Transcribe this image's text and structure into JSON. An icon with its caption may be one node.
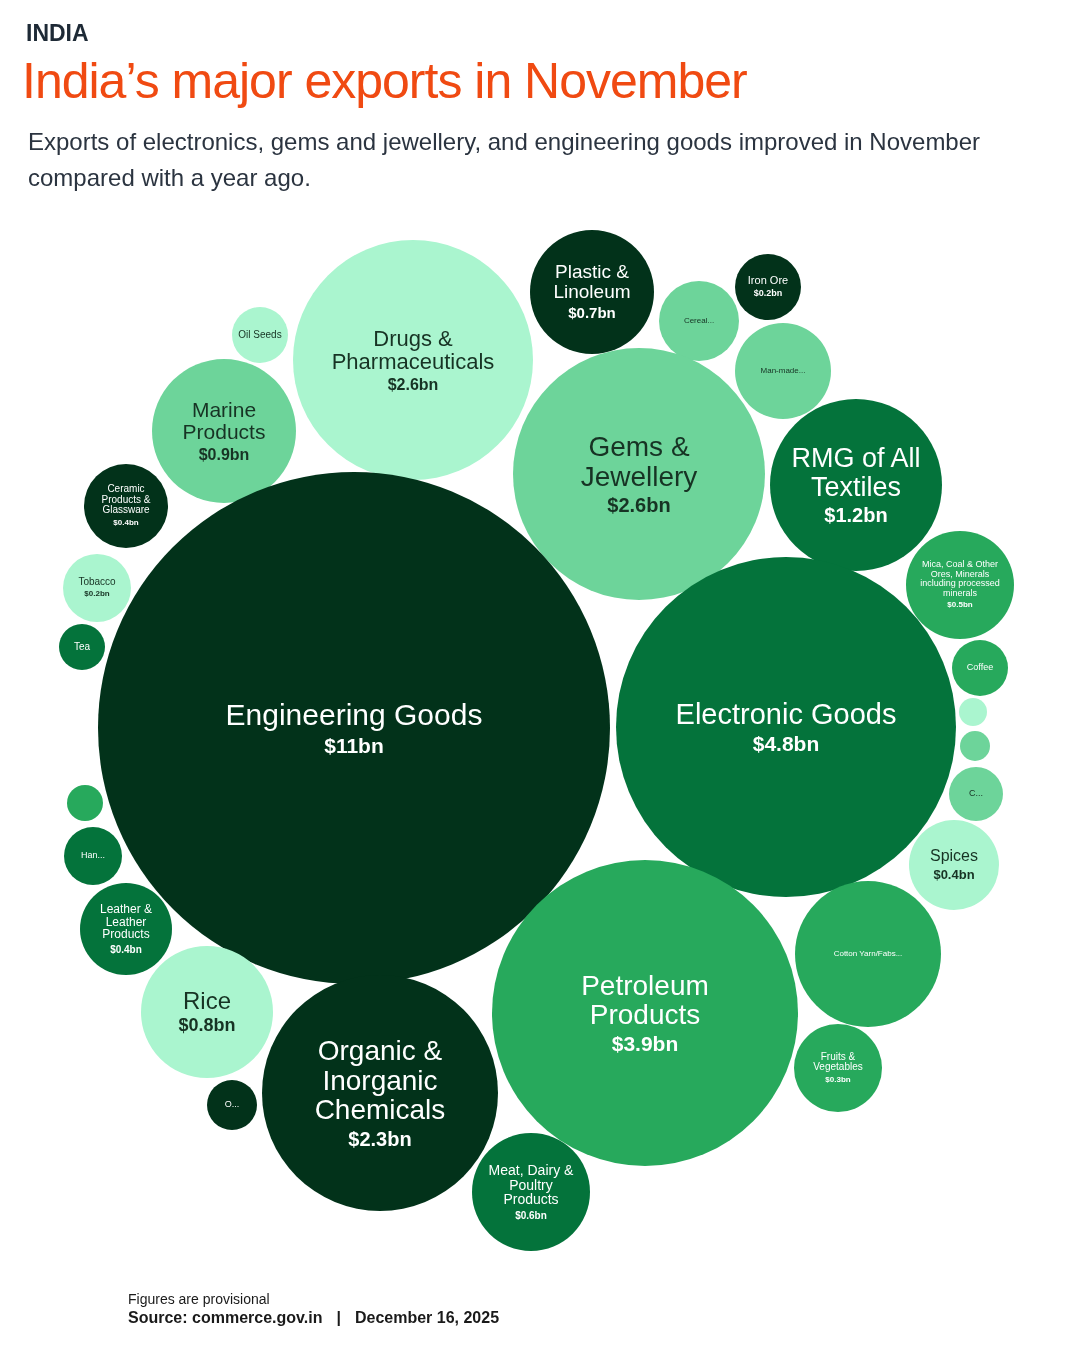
{
  "diagram": {
    "title": "India’s major exports in November",
    "nodes": [
      {
        "text": [
          "Plastic & Linoleum",
          "$0.7bn"
        ]
      },
      {
        "text": [
          "Iron Ore",
          "$0.2bn"
        ]
      },
      {
        "text": [
          "Oil Seeds"
        ]
      },
      {
        "text": [
          "Drugs & Pharmaceuticals",
          "$2.6bn"
        ]
      },
      {
        "text": [
          "Cereal..."
        ]
      },
      {
        "text": [
          "Man-made..."
        ]
      },
      {
        "text": [
          "Marine Products",
          "$0.9bn"
        ]
      },
      {
        "text": [
          "Gems & Jewellery",
          "$2.6bn"
        ]
      },
      {
        "text": [
          "RMG of All Textiles",
          "$1.2bn"
        ]
      },
      {
        "text": [
          "Ceramic Products & Glassware",
          "$0.4bn"
        ]
      },
      {
        "text": [
          "Mica, Coal & Other Ores, Minerals including processed minerals",
          "$0.5bn"
        ]
      },
      {
        "text": [
          "Tobacco",
          "$0.2bn"
        ]
      },
      {
        "text": [
          "Tea"
        ]
      },
      {
        "text": [
          "Coffee"
        ]
      },
      {
        "text": [
          "Engineering Goods",
          "$11bn"
        ]
      },
      {
        "text": [
          "Electronic Goods",
          "$4.8bn"
        ]
      },
      {
        "text": [],
        "shape": "circle"
      },
      {
        "text": [],
        "shape": "circle"
      },
      {
        "text": [],
        "shape": "circle"
      },
      {
        "text": [
          "C..."
        ]
      },
      {
        "text": [
          "Han..."
        ]
      },
      {
        "text": [
          "Spices",
          "$0.4bn"
        ]
      },
      {
        "text": [
          "Leather & Leather Products",
          "$0.4bn"
        ]
      },
      {
        "text": [
          "Cotton Yarn/Fabs..."
        ]
      },
      {
        "text": [
          "Petroleum Products",
          "$3.9bn"
        ]
      },
      {
        "text": [
          "Rice",
          "$0.8bn"
        ]
      },
      {
        "text": [
          "Organic & Inorganic Chemicals",
          "$2.3bn"
        ]
      },
      {
        "text": [
          "Fruits & Vegetables",
          "$0.3bn"
        ]
      },
      {
        "text": [
          "O..."
        ]
      },
      {
        "text": [
          "Meat, Dairy & Poultry Products",
          "$0.6bn"
        ]
      }
    ],
    "labels": [
      "INDIA",
      "Exports of electronics, gems and jewellery, and engineering goods improved in November compared with a year ago.",
      "Figures are provisional",
      "Source:  commerce.gov.in",
      "|",
      "December 16, 2025"
    ]
  }
}
